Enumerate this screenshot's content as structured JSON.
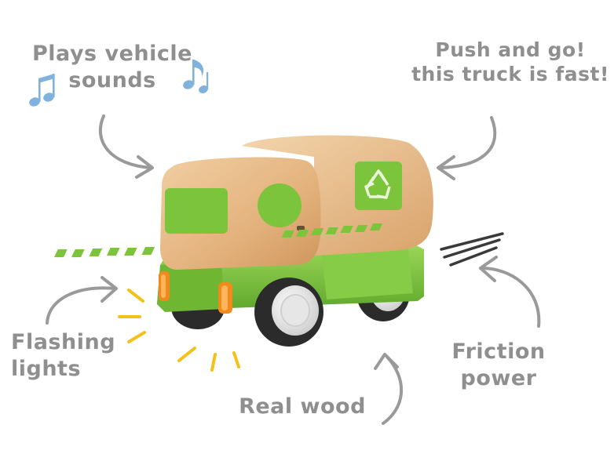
{
  "callouts": {
    "sounds": {
      "line1": "Plays vehicle",
      "line2": "sounds"
    },
    "push": {
      "line1": "Push and go!",
      "line2": "this truck is fast!"
    },
    "flashing": {
      "line1": "Flashing",
      "line2": "lights"
    },
    "wood": {
      "line1": "Real wood"
    },
    "friction": {
      "line1": "Friction",
      "line2": "power"
    }
  },
  "icons": [
    "music-note-icon",
    "recycle-icon"
  ],
  "colors": {
    "text": "#8f8f8f",
    "arrow": "#9a9a9a",
    "music_note": "#7fb2dc",
    "wood": "#e6b887",
    "green": "#7cc43b",
    "green_panel": "#78b93c",
    "light_rays": "#f2c21b",
    "wheel": "#2b2b2b",
    "hub": "#e9e9e9",
    "tail_light": "#f08a1c"
  }
}
